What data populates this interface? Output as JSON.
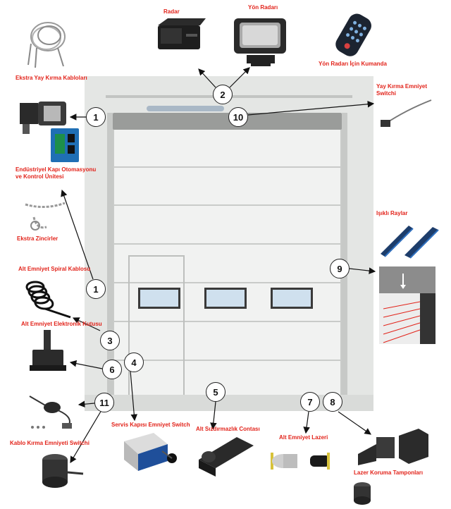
{
  "labels": {
    "radar": "Radar",
    "yon_radari": "Yön Radarı",
    "yon_radari_kumanda": "Yön Radarı İçin Kumanda",
    "ekstra_yay": "Ekstra Yay Kırma Kabloları",
    "yay_kirma_line1": "Yay Kırma Emniyet",
    "yay_kirma_line2": "Switchi",
    "endustriyel_line1": "Endüstriyel Kapı Otomasyonu",
    "endustriyel_line2": "ve Kontrol Ünitesi",
    "ekstra_zincir": "Ekstra Zincirler",
    "isikli_raylar": "Işıklı Raylar",
    "alt_spiral": "Alt Emniyet Spiral Kablosu",
    "alt_elektronik": "Alt Emniyet Elektronik Kutusu",
    "servis_kapisi": "Servis Kapısı Emniyet Switch",
    "sizdirmazlik": "Alt Sızdırmazlık Contası",
    "alt_lazer": "Alt Emniyet Lazeri",
    "lazer_koruma": "Lazer Koruma Tamponları",
    "kablo_kirma": "Kablo Kırma Emniyeti Switchi"
  },
  "callouts": {
    "c1a": "1",
    "c1b": "1",
    "c2": "2",
    "c3": "3",
    "c4": "4",
    "c5": "5",
    "c6": "6",
    "c7": "7",
    "c8": "8",
    "c9": "9",
    "c10": "10",
    "c11": "11"
  },
  "colors": {
    "label": "#e2231a",
    "door": "#f1f2f1",
    "background": "#e4e6e4",
    "window_glass": "#cfe0ee",
    "laser": "#e2231a"
  }
}
